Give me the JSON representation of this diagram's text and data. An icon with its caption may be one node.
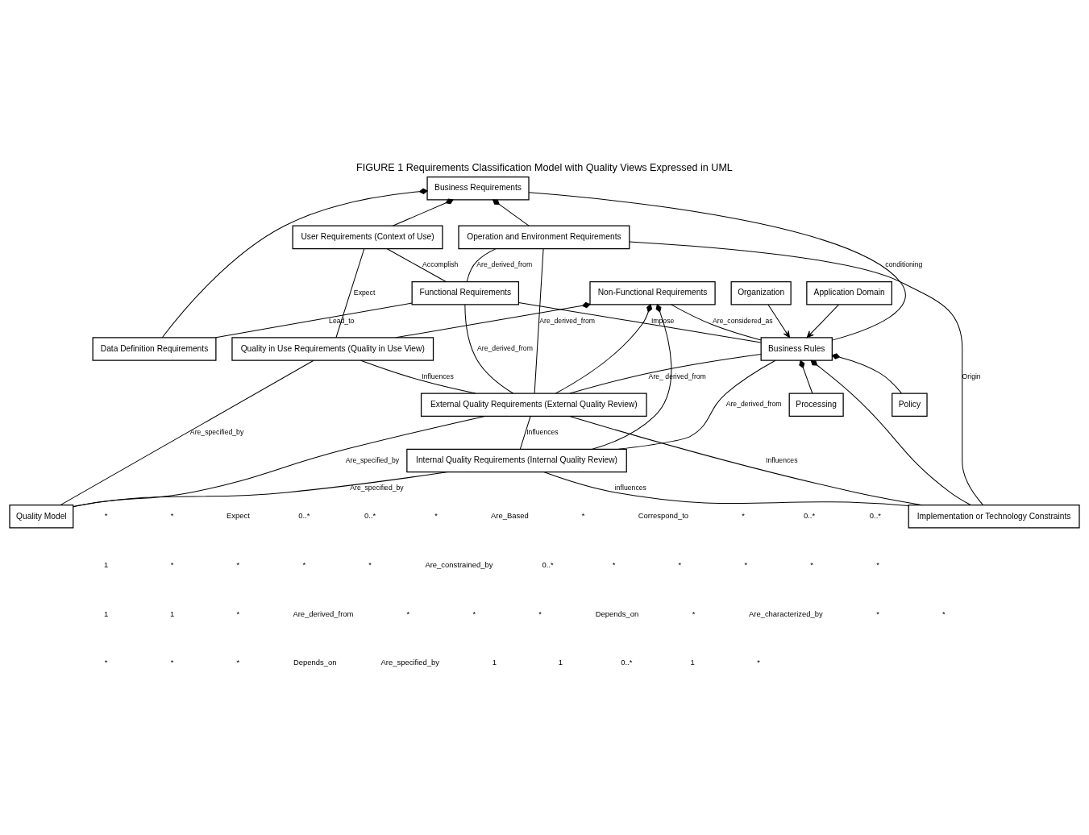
{
  "diagram": {
    "title": "FIGURE 1 Requirements Classification Model with Quality Views Expressed in UML",
    "nodes": [
      {
        "text": [
          "Business Requirements"
        ]
      },
      {
        "text": [
          "Non-Functional Requirements"
        ]
      },
      {
        "text": [
          "User Requirements (Context of Use)"
        ]
      },
      {
        "text": [
          "Quality in Use Requirements (Quality in Use View)"
        ]
      },
      {
        "text": [
          "Policy"
        ]
      },
      {
        "text": [
          "Processing"
        ]
      },
      {
        "text": [
          "Operation and Environment Requirements"
        ]
      },
      {
        "text": [
          "Functional Requirements"
        ]
      },
      {
        "text": [
          "Business Rules"
        ]
      },
      {
        "text": [
          "Implementation or Technology Constraints"
        ]
      },
      {
        "text": [
          "Organization"
        ]
      },
      {
        "text": [
          "External Quality Requirements (External Quality Review)"
        ]
      },
      {
        "text": [
          "Application Domain"
        ]
      },
      {
        "text": [
          "Data Definition Requirements"
        ]
      },
      {
        "text": [
          "Quality Model"
        ]
      },
      {
        "text": [
          "Internal Quality Requirements (Internal Quality Review)"
        ]
      }
    ],
    "edges": [
      {
        "from": 0,
        "to": 13,
        "arrow": "other"
      },
      {
        "from": 0,
        "to": 6,
        "arrow": "other"
      },
      {
        "from": 0,
        "to": 2,
        "arrow": "other"
      },
      {
        "from": 0,
        "to": 8,
        "label": "conditioning",
        "arrow": "none"
      },
      {
        "from": 1,
        "to": 3,
        "arrow": "other"
      },
      {
        "from": 1,
        "to": 11,
        "arrow": "other"
      },
      {
        "from": 1,
        "to": 15,
        "arrow": "other"
      },
      {
        "from": 1,
        "to": 8,
        "label": "Are_considered_as",
        "arrow": "none"
      },
      {
        "from": 2,
        "to": 3,
        "label": "Expect",
        "arrow": "none"
      },
      {
        "from": 2,
        "to": 7,
        "label": "Accomplish",
        "arrow": "none"
      },
      {
        "from": 3,
        "to": 11,
        "label": "Influences",
        "arrow": "none"
      },
      {
        "from": 3,
        "to": 14,
        "label": "Are_specified_by",
        "arrow": "none"
      },
      {
        "from": 8,
        "to": 4,
        "arrow": "other"
      },
      {
        "from": 8,
        "to": 5,
        "arrow": "other"
      },
      {
        "from": 8,
        "to": 9,
        "arrow": "other"
      },
      {
        "from": 6,
        "to": 7,
        "label": "Are_derived_from",
        "arrow": "none"
      },
      {
        "from": 6,
        "to": 11,
        "label": "Are_derived_from",
        "arrow": "none"
      },
      {
        "from": 6,
        "to": 9,
        "label": "Origin",
        "arrow": "none"
      },
      {
        "from": 7,
        "to": 8,
        "label": "Impose",
        "arrow": "none"
      },
      {
        "from": 7,
        "to": 13,
        "label": "Lead_to",
        "arrow": "none"
      },
      {
        "from": 7,
        "to": 11,
        "label": "Are_derived_from",
        "arrow": "none"
      },
      {
        "from": 8,
        "to": 11,
        "label": "Are_ derived_from",
        "arrow": "none"
      },
      {
        "from": 8,
        "to": 15,
        "label": "Are_derived_from",
        "arrow": "none"
      },
      {
        "from": 10,
        "to": 8,
        "arrow": "to"
      },
      {
        "from": 12,
        "to": 8,
        "arrow": "to"
      },
      {
        "from": 11,
        "to": 15,
        "label": "Influences",
        "arrow": "none"
      },
      {
        "from": 11,
        "to": 9,
        "label": "Influences",
        "arrow": "none"
      },
      {
        "from": 11,
        "to": 14,
        "label": "Are_specified_by",
        "arrow": "none"
      },
      {
        "from": 15,
        "to": 9,
        "label": "influences",
        "arrow": "none"
      },
      {
        "from": 15,
        "to": 14,
        "label": "Are_specified_by",
        "arrow": "none"
      }
    ],
    "labels": [
      "*",
      "*",
      "Expect",
      "0..*",
      "0..*",
      "*",
      "Are_Based",
      "*",
      "Correspond_to",
      "*",
      "0..*",
      "0..*",
      "1",
      "*",
      "*",
      "*",
      "*",
      "Are_constrained_by",
      "0..*",
      "*",
      "*",
      "*",
      "*",
      "*",
      "1",
      "1",
      "*",
      "Are_derived_from",
      "*",
      "*",
      "*",
      "Depends_on",
      "*",
      "Are_characterized_by",
      "*",
      "*",
      "*",
      "*",
      "*",
      "Depends_on",
      "Are_specified_by",
      "1",
      "1",
      "0..*",
      "1",
      "*"
    ]
  }
}
